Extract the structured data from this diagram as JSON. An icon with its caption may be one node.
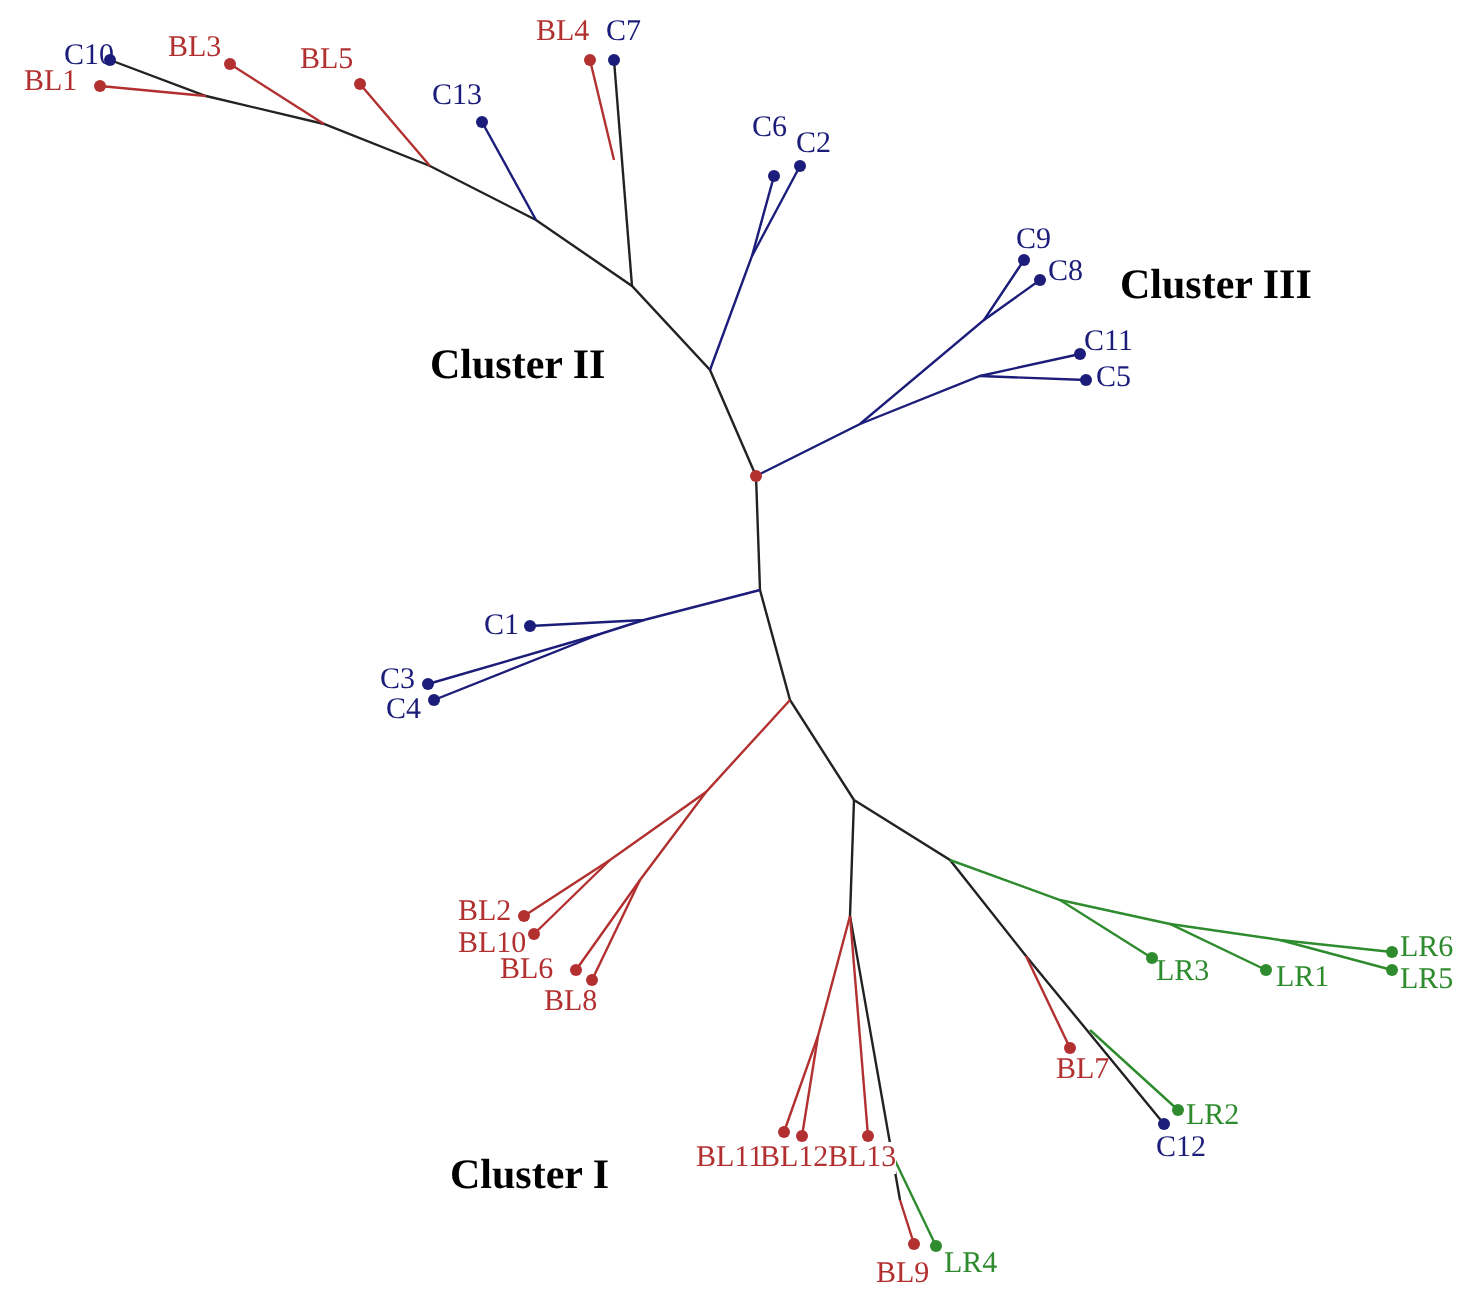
{
  "diagram": {
    "labels": [
      "C10",
      "BL3",
      "BL5",
      "BL4",
      "C7",
      "BL1",
      "C13",
      "C6",
      "C2",
      "C9",
      "C8",
      "Cluster III",
      "Cluster II",
      "C11",
      "C5",
      "C1",
      "C3",
      "C4",
      "BL2",
      "BL10",
      "LR6",
      "BL6",
      "LR3",
      "LR1",
      "LR5",
      "BL8",
      "BL7",
      "LR2",
      "C12",
      "BL11",
      "BL12",
      "BL13",
      "Cluster I",
      "BL9",
      "LR4"
    ]
  }
}
